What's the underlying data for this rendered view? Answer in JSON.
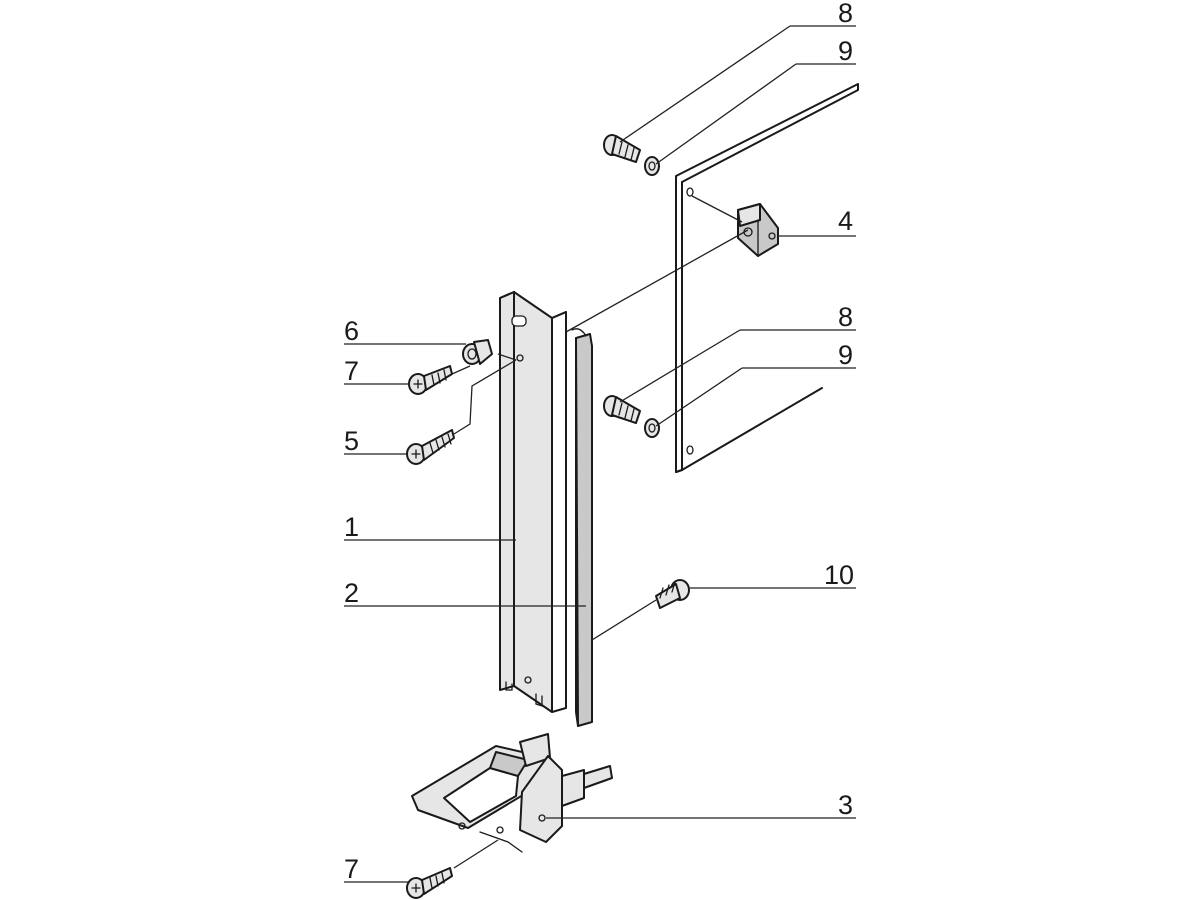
{
  "diagram": {
    "callouts": [
      {
        "id": "c8a",
        "label": "8"
      },
      {
        "id": "c9a",
        "label": "9"
      },
      {
        "id": "c4",
        "label": "4"
      },
      {
        "id": "c6",
        "label": "6"
      },
      {
        "id": "c7a",
        "label": "7"
      },
      {
        "id": "c8b",
        "label": "8"
      },
      {
        "id": "c9b",
        "label": "9"
      },
      {
        "id": "c5",
        "label": "5"
      },
      {
        "id": "c1",
        "label": "1"
      },
      {
        "id": "c10",
        "label": "10"
      },
      {
        "id": "c2",
        "label": "2"
      },
      {
        "id": "c3",
        "label": "3"
      },
      {
        "id": "c7b",
        "label": "7"
      }
    ]
  }
}
